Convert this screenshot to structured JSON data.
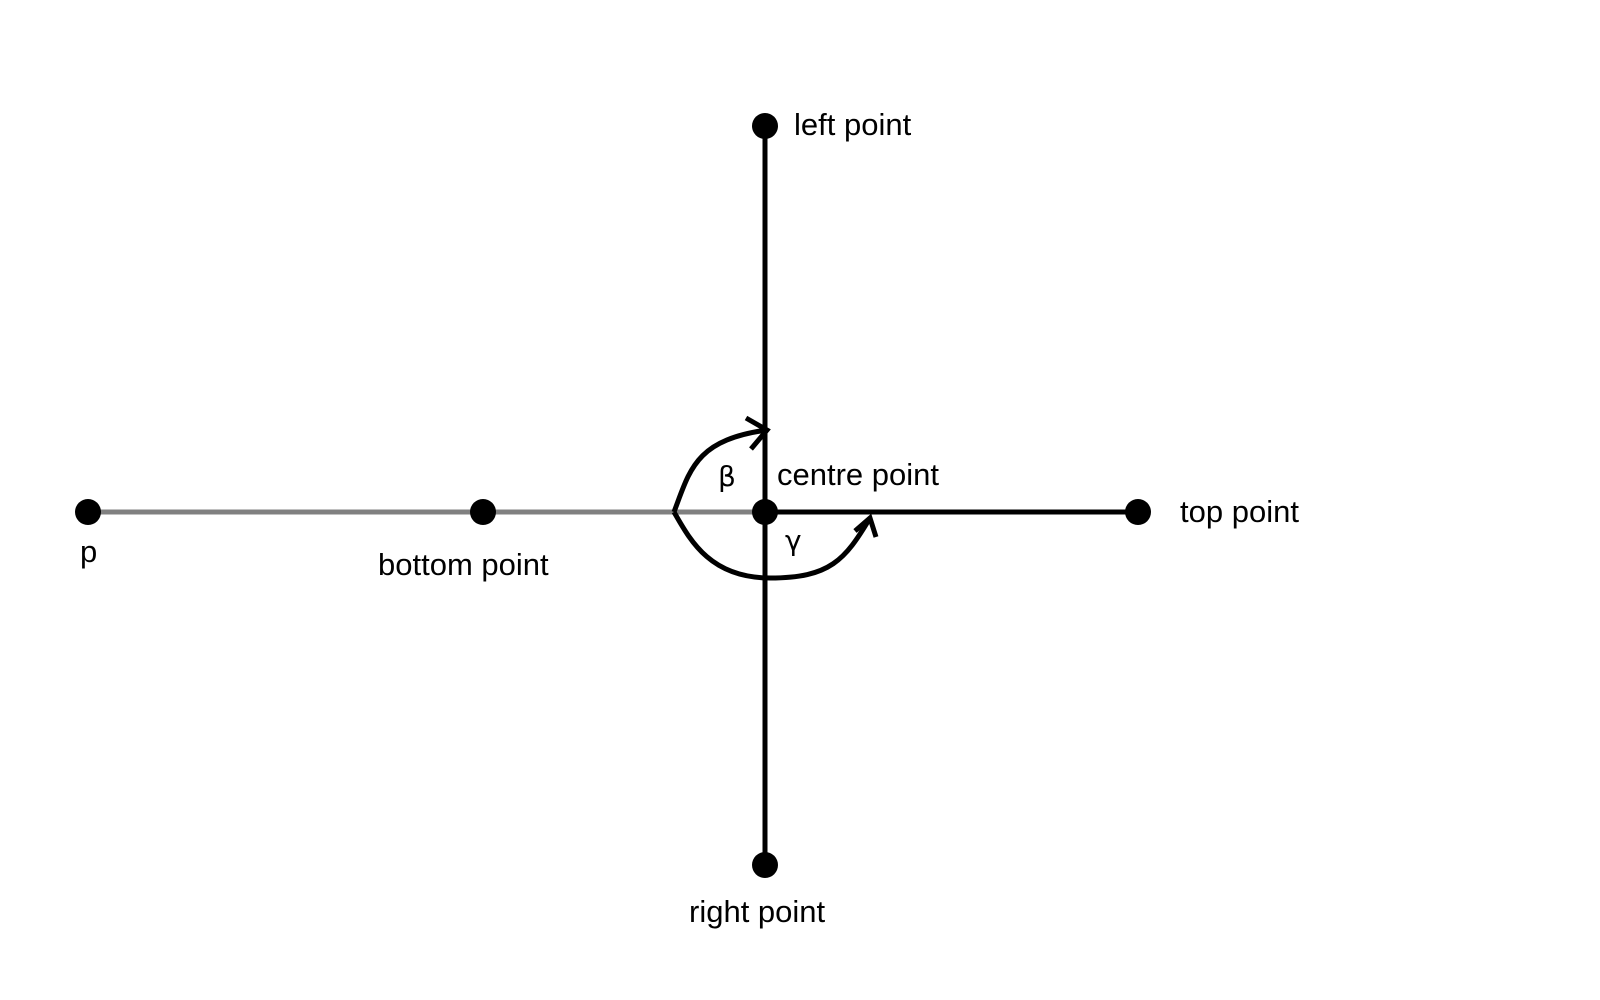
{
  "diagram": {
    "labels": {
      "p": "p",
      "bottom_point": "bottom point",
      "centre_point": "centre point",
      "top_point": "top point",
      "left_point": "left point",
      "right_point": "right point",
      "beta": "β",
      "gamma": "γ"
    },
    "colors": {
      "line_dark": "#000000",
      "line_grey": "#808080",
      "point": "#000000",
      "background": "#ffffff"
    }
  }
}
